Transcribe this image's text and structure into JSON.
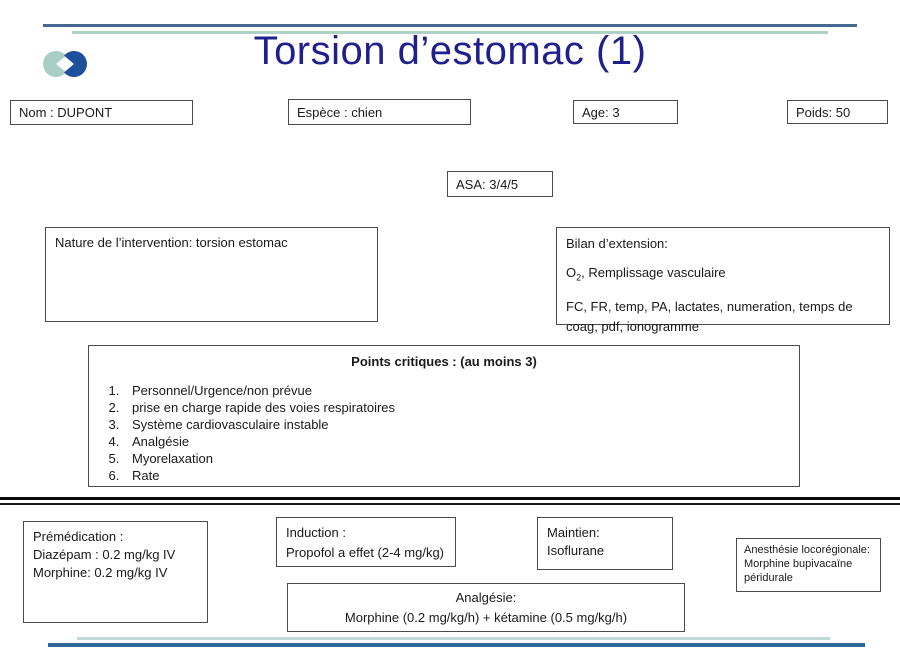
{
  "page": {
    "title_text": "Torsion d’estomac (1)"
  },
  "logo": {
    "name": "interlocking-crescents-logo",
    "left_color": "#a9cec4",
    "right_color": "#1c4f9c"
  },
  "patient_fields": {
    "nom": "Nom : DUPONT",
    "espece": "Espèce :  chien",
    "age": "Age: 3",
    "poids": "Poids: 50",
    "asa": "ASA: 3/4/5"
  },
  "nature_box": {
    "text": "Nature de l’intervention:  torsion  estomac"
  },
  "bilan_box": {
    "title": "Bilan d’extension:",
    "o2_prefix": "O",
    "o2_sub": "2",
    "o2_rest": ", Remplissage vasculaire",
    "monitoring": "FC, FR, temp, PA, lactates, numeration, temps de coag, pdf, ionogramme"
  },
  "points_critiques": {
    "title": "Points critiques : (au moins 3)",
    "items": [
      "Personnel/Urgence/non  prévue",
      "prise en charge rapide des voies respiratoires",
      "Système cardiovasculaire instable",
      "Analgésie",
      "Myorelaxation",
      "Rate"
    ]
  },
  "premedication_box": {
    "title": "Prémédication :",
    "line1": "Diazépam : 0.2 mg/kg IV",
    "line2": "Morphine: 0.2 mg/kg IV"
  },
  "induction_box": {
    "title": "Induction :",
    "line1": "Propofol a effet (2-4 mg/kg)"
  },
  "maintien_box": {
    "title": "Maintien:",
    "line1": "Isoflurane"
  },
  "locoregionale_box": {
    "title": "Anesthésie locorégionale:",
    "line1": "Morphine bupivacaïne",
    "line2": "péridurale"
  },
  "analgesie_box": {
    "title": "Analgésie:",
    "line1": "Morphine (0.2 mg/kg/h) + kétamine (0.5 mg/kg/h)"
  },
  "colors": {
    "title_navy": "#1f1f8e",
    "top_line_blue": "#44688f",
    "accent_teal": "#aed2ca",
    "bottom_line_blue": "#2d6898",
    "separator_black": "#0a0a0a",
    "box_border": "#4a4a4a"
  }
}
